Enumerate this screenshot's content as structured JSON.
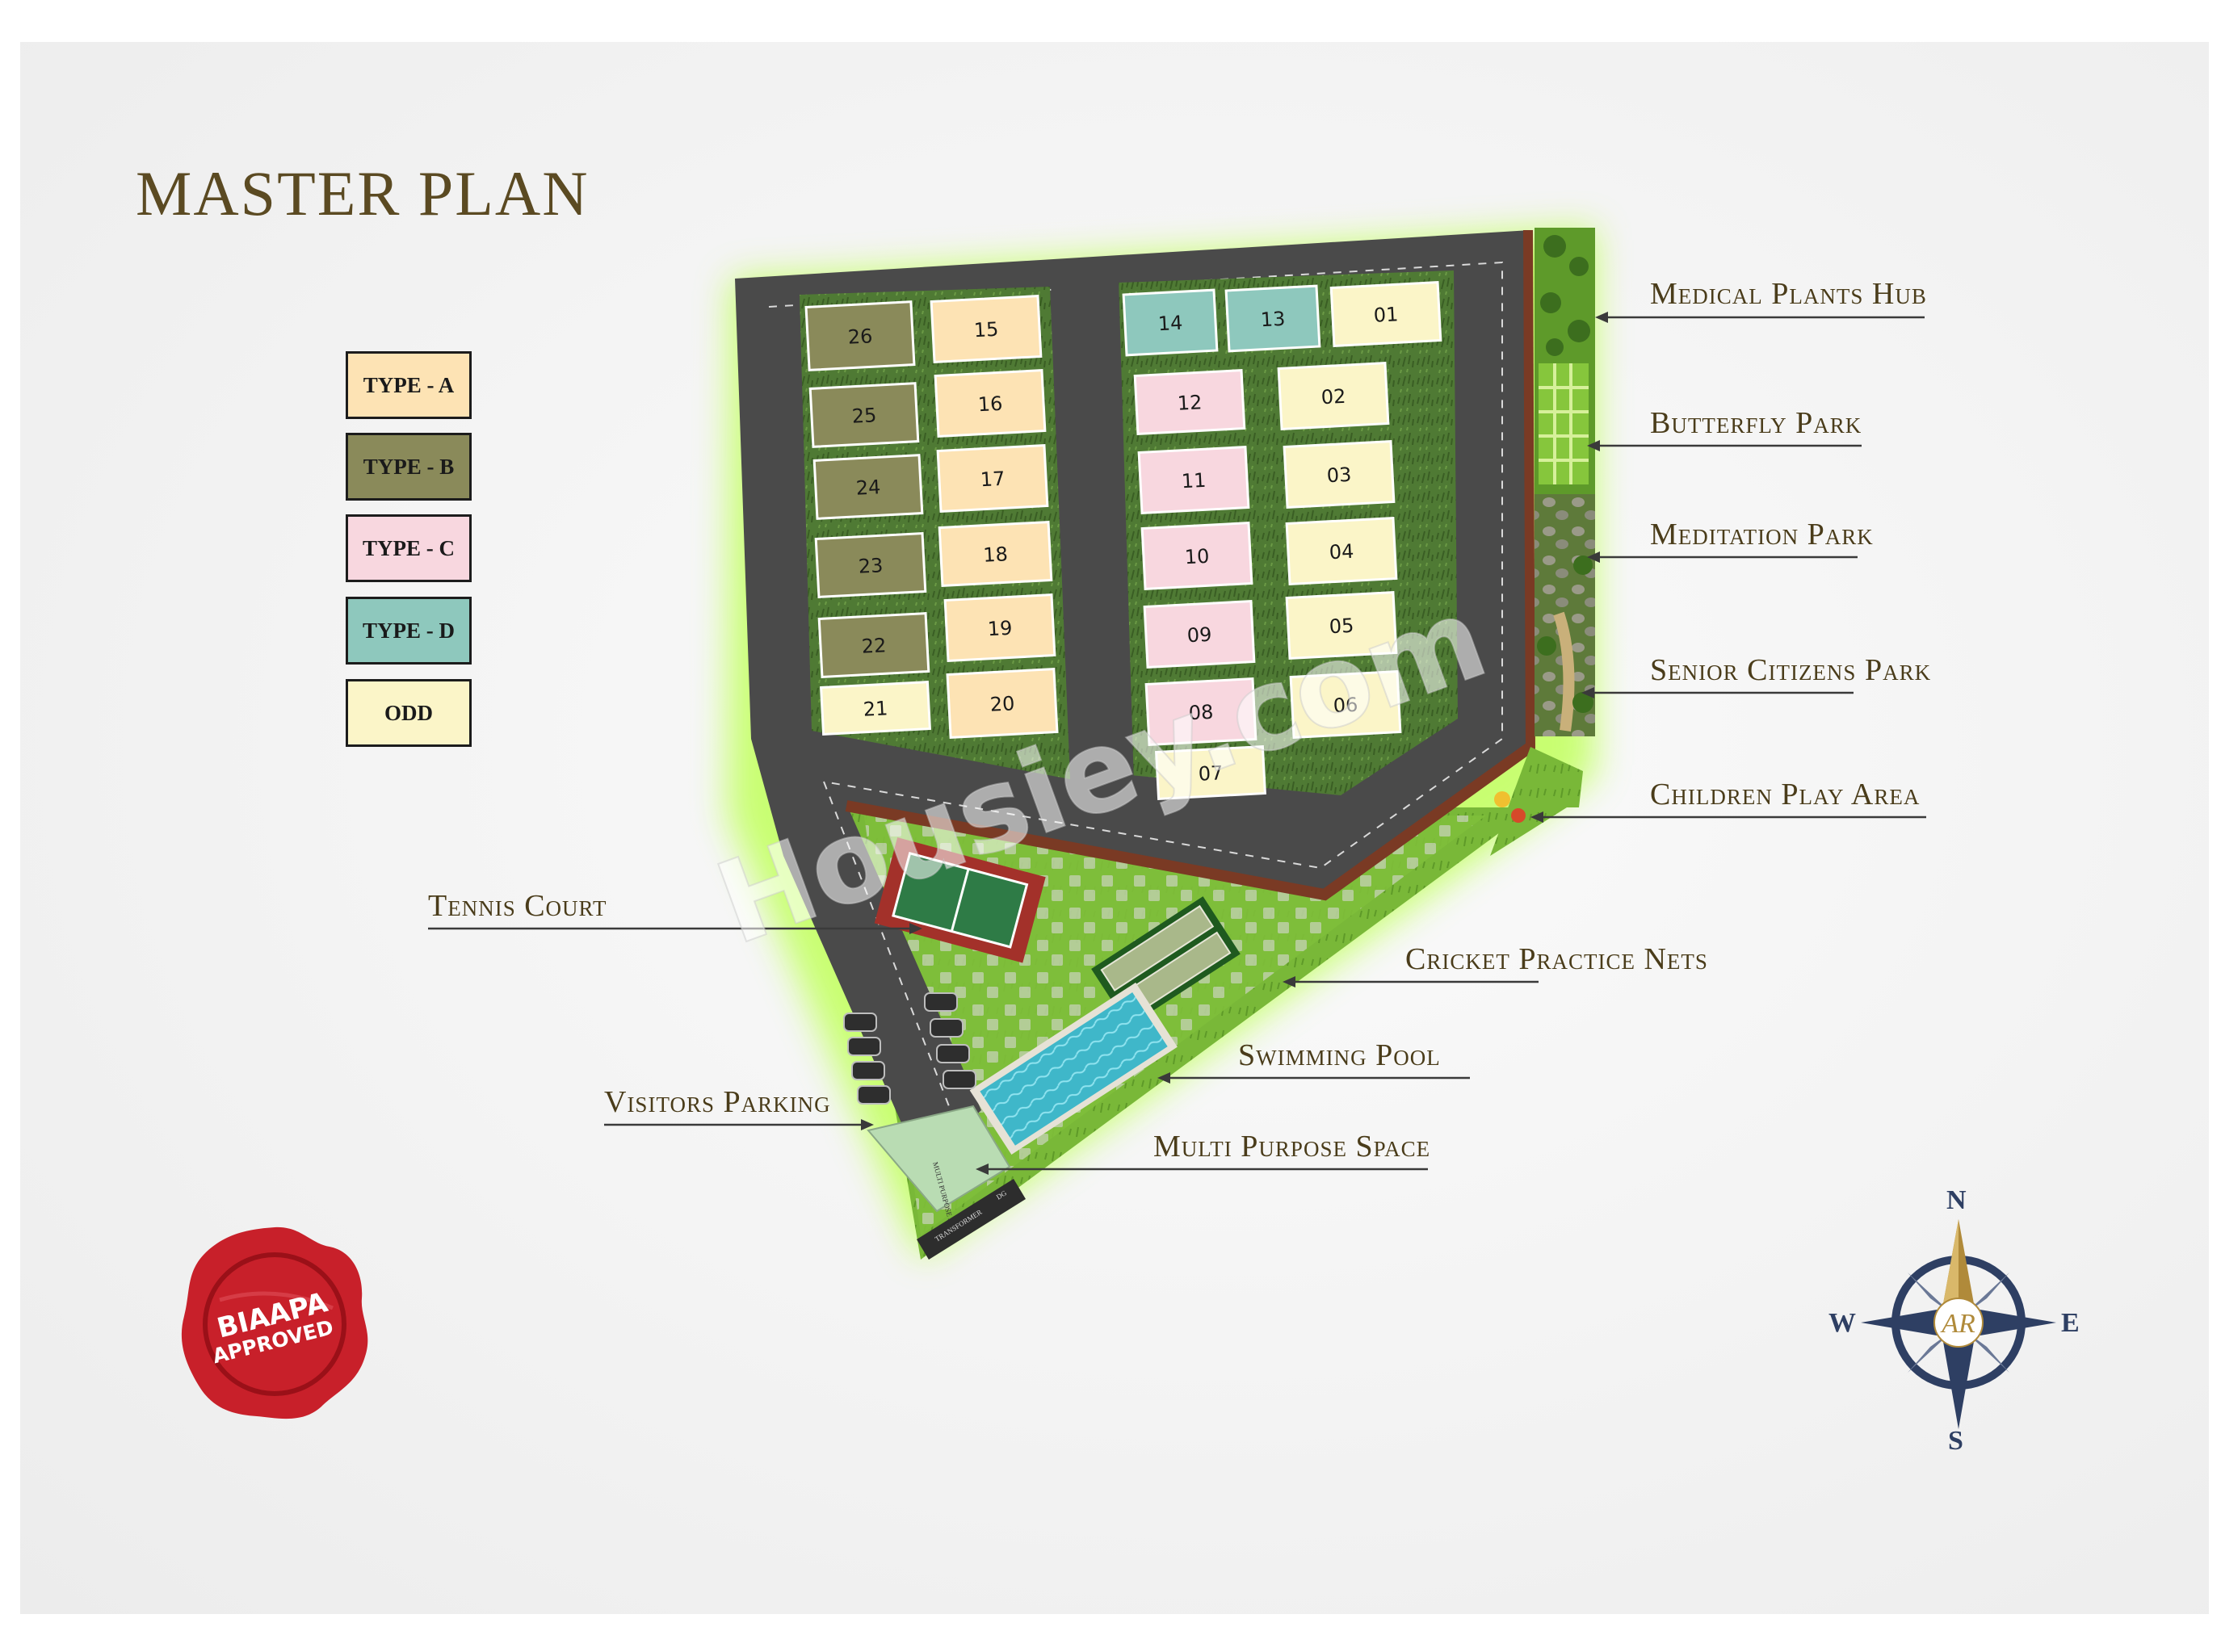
{
  "title": "MASTER PLAN",
  "legend": [
    {
      "label": "TYPE - A",
      "color": "#fde3b4"
    },
    {
      "label": "TYPE - B",
      "color": "#8a8a5a"
    },
    {
      "label": "TYPE - C",
      "color": "#f8d7df"
    },
    {
      "label": "TYPE - D",
      "color": "#8ec8bd"
    },
    {
      "label": "ODD",
      "color": "#fbf5c8"
    }
  ],
  "plots": [
    {
      "id": "26",
      "type": "B"
    },
    {
      "id": "25",
      "type": "B"
    },
    {
      "id": "24",
      "type": "B"
    },
    {
      "id": "23",
      "type": "B"
    },
    {
      "id": "22",
      "type": "B"
    },
    {
      "id": "21",
      "type": "ODD"
    },
    {
      "id": "15",
      "type": "A"
    },
    {
      "id": "16",
      "type": "A"
    },
    {
      "id": "17",
      "type": "A"
    },
    {
      "id": "18",
      "type": "A"
    },
    {
      "id": "19",
      "type": "A"
    },
    {
      "id": "20",
      "type": "A"
    },
    {
      "id": "14",
      "type": "D"
    },
    {
      "id": "13",
      "type": "D"
    },
    {
      "id": "01",
      "type": "ODD"
    },
    {
      "id": "12",
      "type": "C"
    },
    {
      "id": "11",
      "type": "C"
    },
    {
      "id": "10",
      "type": "C"
    },
    {
      "id": "09",
      "type": "C"
    },
    {
      "id": "08",
      "type": "C"
    },
    {
      "id": "02",
      "type": "ODD"
    },
    {
      "id": "03",
      "type": "ODD"
    },
    {
      "id": "04",
      "type": "ODD"
    },
    {
      "id": "05",
      "type": "ODD"
    },
    {
      "id": "06",
      "type": "ODD"
    },
    {
      "id": "07",
      "type": "ODD"
    }
  ],
  "amenities": [
    "Medical Plants Hub",
    "Butterfly Park",
    "Meditation Park",
    "Senior Citizens Park",
    "Children Play Area",
    "Tennis Court",
    "Cricket Practice Nets",
    "Swimming Pool",
    "Visitors Parking",
    "Multi Purpose Space"
  ],
  "site_labels": {
    "multi_purpose_small": "MULTI PURPOSE SPACE",
    "transformer": "TRANSFORMER",
    "dg": "DG"
  },
  "watermark": "Housiey.com",
  "seal": {
    "line1": "BIAAPA",
    "line2": "APPROVED"
  },
  "compass": {
    "n": "N",
    "s": "S",
    "e": "E",
    "w": "W",
    "monogram": "AR"
  },
  "colors": {
    "title": "#5b4a22",
    "road": "#4a4a4a",
    "grass": "#4f7a34",
    "lawn": "#7fbf3a",
    "glow": "#c6ff6a",
    "pool": "#3fb7c9",
    "tennis": "#a3312a",
    "seal": "#c8202a",
    "compass": "#2e3f63",
    "compass_accent": "#b08a3a"
  }
}
